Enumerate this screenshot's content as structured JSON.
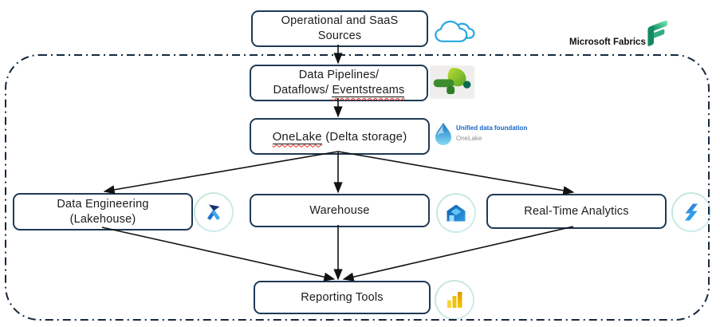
{
  "brand": {
    "label": "Microsoft Fabrics",
    "logo_icon": "microsoft-fabric-logo-icon"
  },
  "nodes": {
    "sources": {
      "line1": "Operational and SaaS",
      "line2": "Sources",
      "icon": "cloud-icon"
    },
    "pipelines": {
      "line1": "Data Pipelines/",
      "line2_prefix": "Dataflows/",
      "line2_underlined": "Eventstreams",
      "icon": "dataflow-icon"
    },
    "onelake": {
      "label_underlined": "OneLake",
      "label_rest": " (Delta storage)",
      "icon": "onelake-droplet-icon",
      "caption_title": "Unified data foundation",
      "caption_sub": "OneLake"
    },
    "data_engineering": {
      "line1": "Data Engineering",
      "line2": "(Lakehouse)",
      "icon": "lakehouse-icon"
    },
    "warehouse": {
      "label": "Warehouse",
      "icon": "warehouse-icon"
    },
    "realtime": {
      "label": "Real-Time Analytics",
      "icon": "realtime-analytics-icon"
    },
    "reporting": {
      "label": "Reporting Tools",
      "icon": "power-bi-icon"
    }
  },
  "edges": [
    {
      "from": "sources",
      "to": "pipelines"
    },
    {
      "from": "pipelines",
      "to": "onelake"
    },
    {
      "from": "onelake",
      "to": "data_engineering"
    },
    {
      "from": "onelake",
      "to": "warehouse"
    },
    {
      "from": "onelake",
      "to": "realtime"
    },
    {
      "from": "data_engineering",
      "to": "reporting"
    },
    {
      "from": "warehouse",
      "to": "reporting"
    },
    {
      "from": "realtime",
      "to": "reporting"
    }
  ],
  "colors": {
    "box_border": "#1e3a55",
    "dashed_boundary": "#16293e",
    "arrow": "#121212",
    "cloud_stroke": "#2ba7dd",
    "spellcheck_red": "#e0261c",
    "caption_blue": "#1565c8",
    "caption_gray": "#8e8e8e",
    "fabric_green": "#36c28f",
    "powerbi_yellow": "#f2c811"
  }
}
